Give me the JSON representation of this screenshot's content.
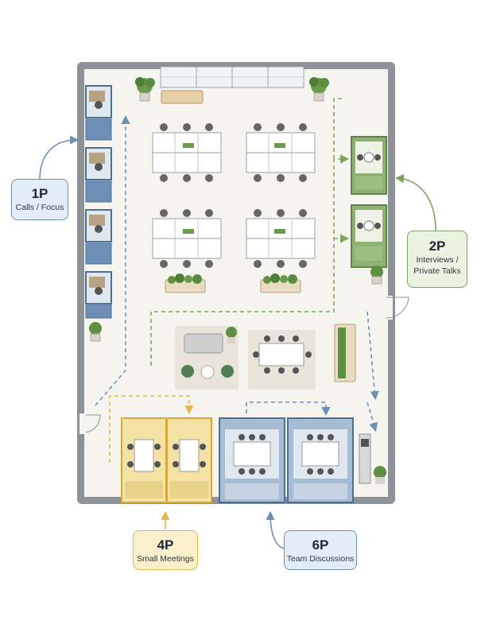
{
  "colors": {
    "blue": "#6d8fb5",
    "green": "#7fa45f",
    "yellow": "#e1b84c",
    "wall": "#8a8f96",
    "floor": "#f6f4ef"
  },
  "callouts": {
    "one_person": {
      "size": "1P",
      "label": "Calls / Focus"
    },
    "two_person": {
      "size": "2P",
      "label_line1": "Interviews /",
      "label_line2": "Private Talks"
    },
    "four_person": {
      "size": "4P",
      "label": "Small Meetings"
    },
    "six_person": {
      "size": "6P",
      "label": "Team Discussions"
    }
  }
}
